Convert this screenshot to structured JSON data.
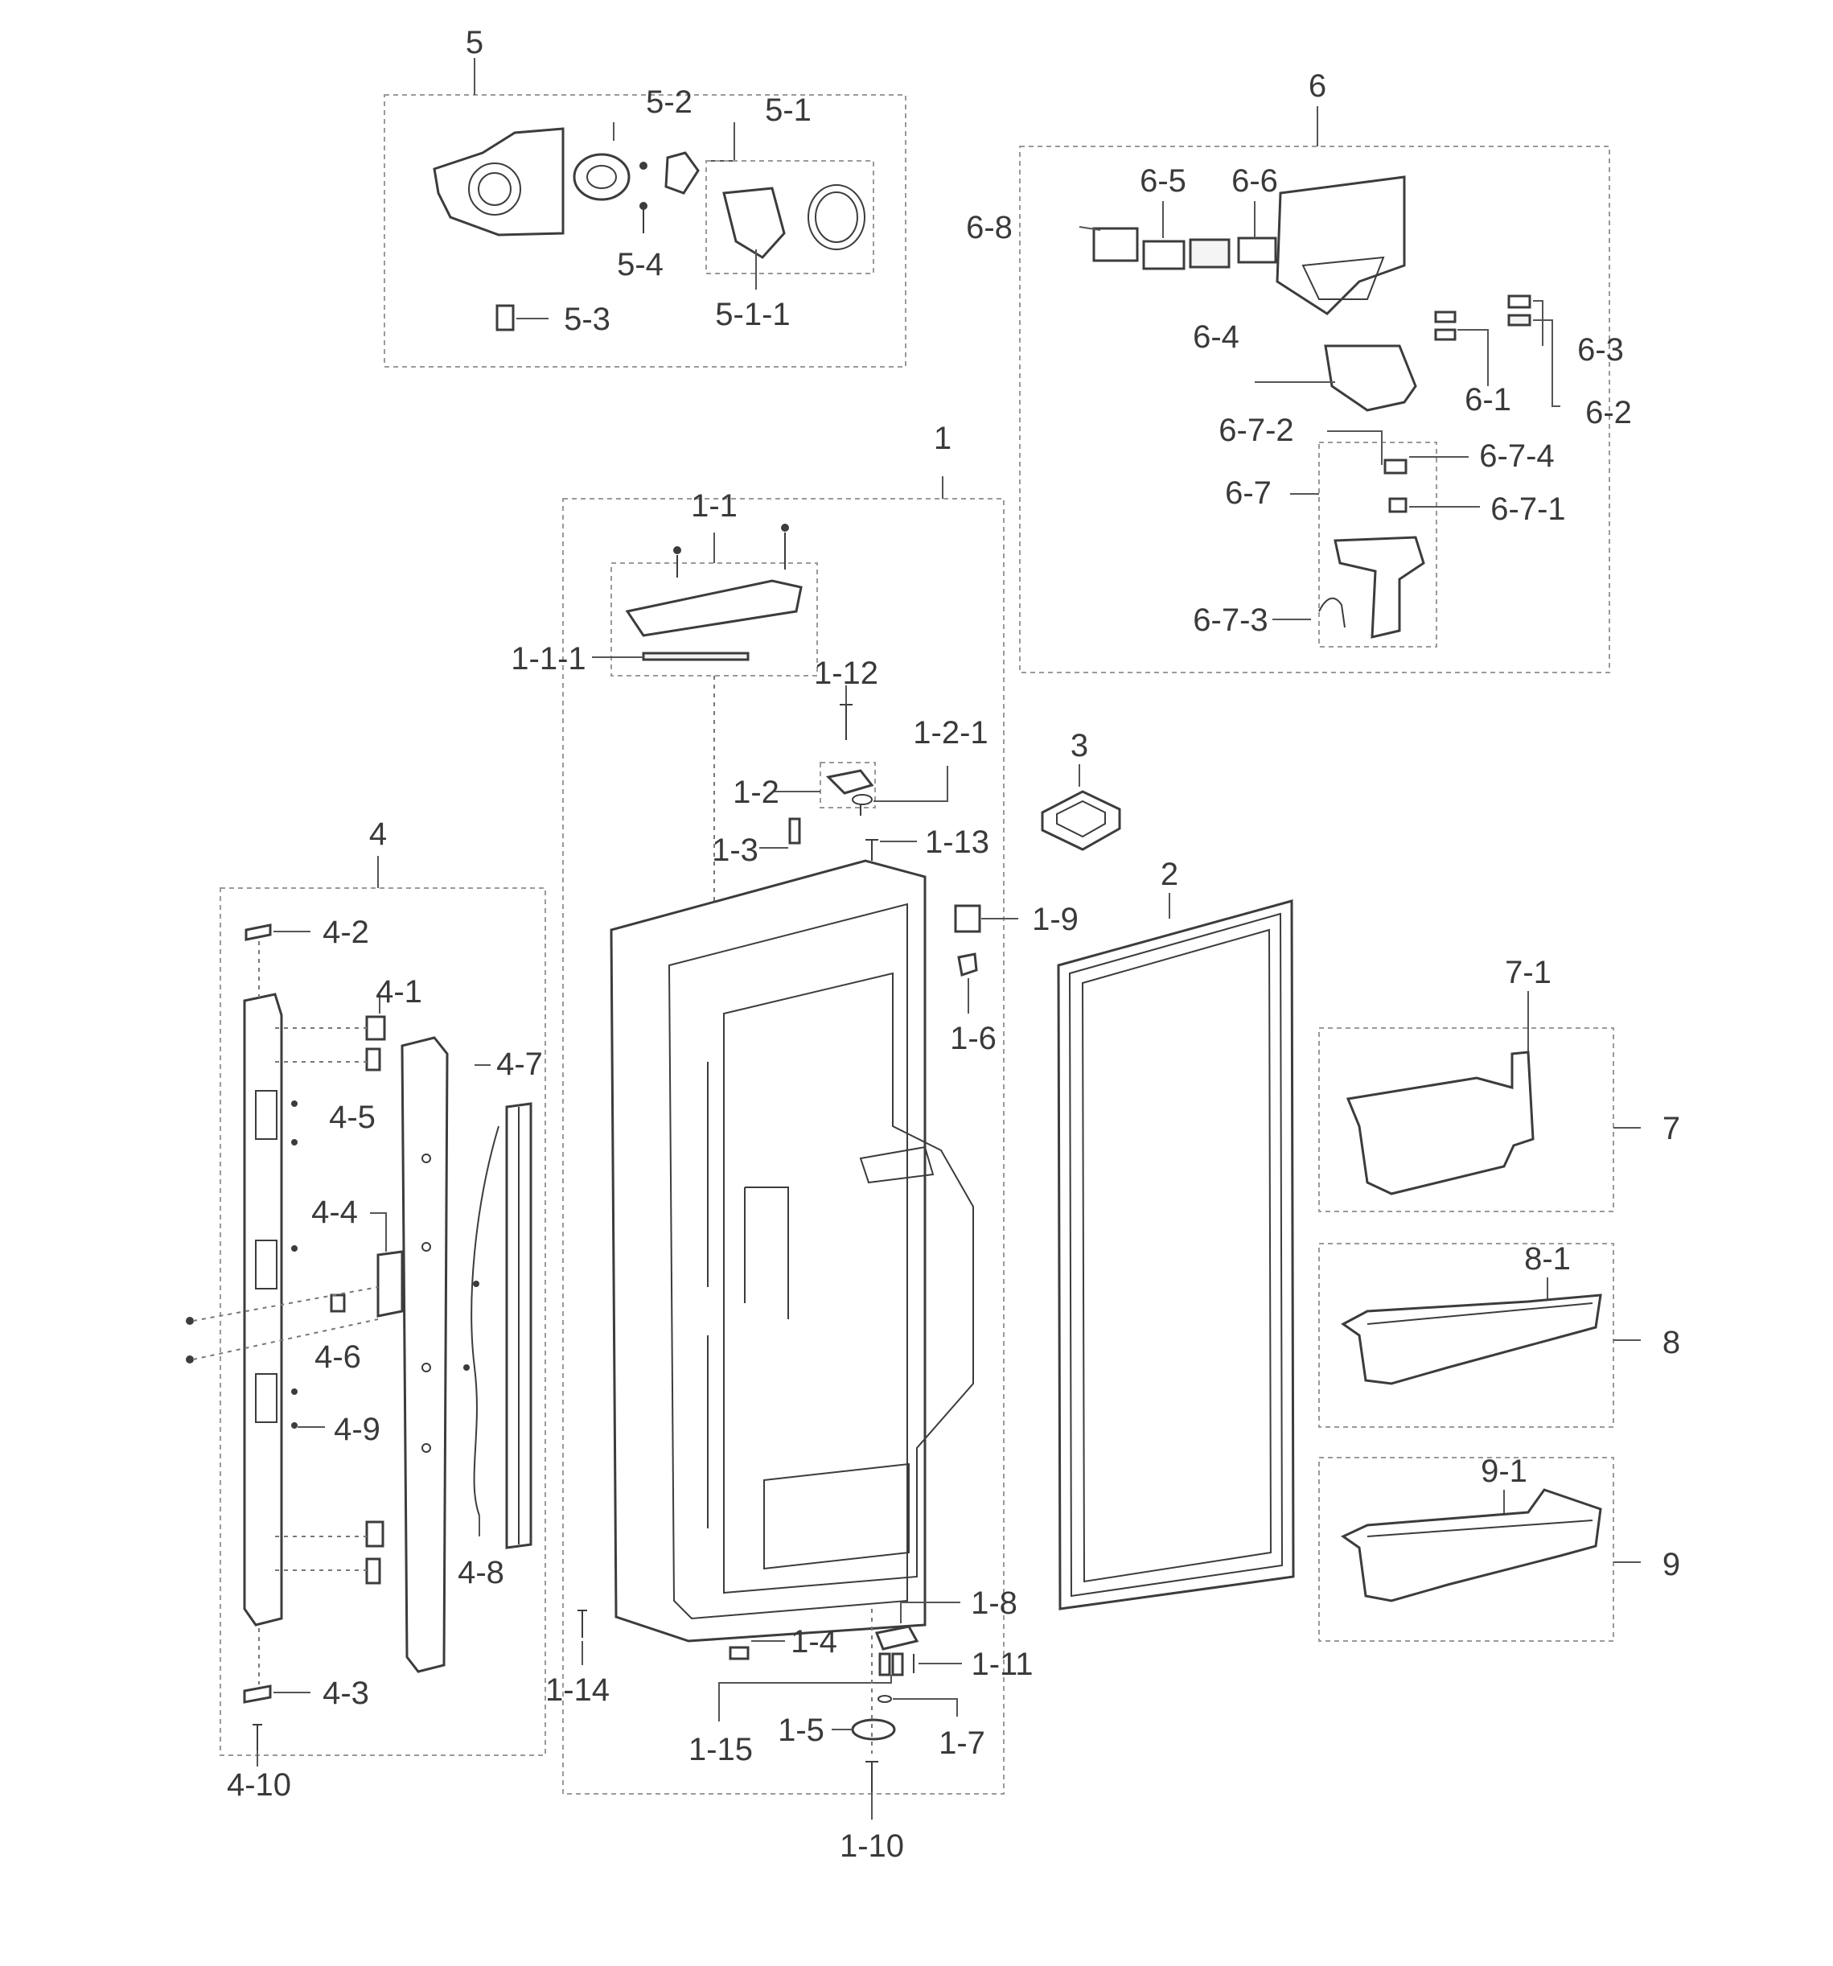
{
  "callouts": [
    {
      "id": "5",
      "label": "5"
    },
    {
      "id": "5-2",
      "label": "5-2"
    },
    {
      "id": "5-1",
      "label": "5-1"
    },
    {
      "id": "5-4",
      "label": "5-4"
    },
    {
      "id": "5-1-1",
      "label": "5-1-1"
    },
    {
      "id": "5-3",
      "label": "5-3"
    },
    {
      "id": "6",
      "label": "6"
    },
    {
      "id": "6-5",
      "label": "6-5"
    },
    {
      "id": "6-6",
      "label": "6-6"
    },
    {
      "id": "6-8",
      "label": "6-8"
    },
    {
      "id": "6-3",
      "label": "6-3"
    },
    {
      "id": "6-4",
      "label": "6-4"
    },
    {
      "id": "6-1",
      "label": "6-1"
    },
    {
      "id": "6-2",
      "label": "6-2"
    },
    {
      "id": "6-7-2",
      "label": "6-7-2"
    },
    {
      "id": "6-7-4",
      "label": "6-7-4"
    },
    {
      "id": "6-7",
      "label": "6-7"
    },
    {
      "id": "6-7-1",
      "label": "6-7-1"
    },
    {
      "id": "6-7-3",
      "label": "6-7-3"
    },
    {
      "id": "1",
      "label": "1"
    },
    {
      "id": "1-1",
      "label": "1-1"
    },
    {
      "id": "1-1-1",
      "label": "1-1-1"
    },
    {
      "id": "1-12",
      "label": "1-12"
    },
    {
      "id": "1-2-1",
      "label": "1-2-1"
    },
    {
      "id": "1-2",
      "label": "1-2"
    },
    {
      "id": "1-3",
      "label": "1-3"
    },
    {
      "id": "1-13",
      "label": "1-13"
    },
    {
      "id": "1-9",
      "label": "1-9"
    },
    {
      "id": "1-6",
      "label": "1-6"
    },
    {
      "id": "1-8",
      "label": "1-8"
    },
    {
      "id": "1-4",
      "label": "1-4"
    },
    {
      "id": "1-11",
      "label": "1-11"
    },
    {
      "id": "1-14",
      "label": "1-14"
    },
    {
      "id": "1-5",
      "label": "1-5"
    },
    {
      "id": "1-7",
      "label": "1-7"
    },
    {
      "id": "1-15",
      "label": "1-15"
    },
    {
      "id": "1-10",
      "label": "1-10"
    },
    {
      "id": "3",
      "label": "3"
    },
    {
      "id": "2",
      "label": "2"
    },
    {
      "id": "4",
      "label": "4"
    },
    {
      "id": "4-2",
      "label": "4-2"
    },
    {
      "id": "4-1",
      "label": "4-1"
    },
    {
      "id": "4-7",
      "label": "4-7"
    },
    {
      "id": "4-5",
      "label": "4-5"
    },
    {
      "id": "4-4",
      "label": "4-4"
    },
    {
      "id": "4-6",
      "label": "4-6"
    },
    {
      "id": "4-9",
      "label": "4-9"
    },
    {
      "id": "4-8",
      "label": "4-8"
    },
    {
      "id": "4-3",
      "label": "4-3"
    },
    {
      "id": "4-10",
      "label": "4-10"
    },
    {
      "id": "7-1",
      "label": "7-1"
    },
    {
      "id": "7",
      "label": "7"
    },
    {
      "id": "8-1",
      "label": "8-1"
    },
    {
      "id": "8",
      "label": "8"
    },
    {
      "id": "9-1",
      "label": "9-1"
    },
    {
      "id": "9",
      "label": "9"
    }
  ]
}
